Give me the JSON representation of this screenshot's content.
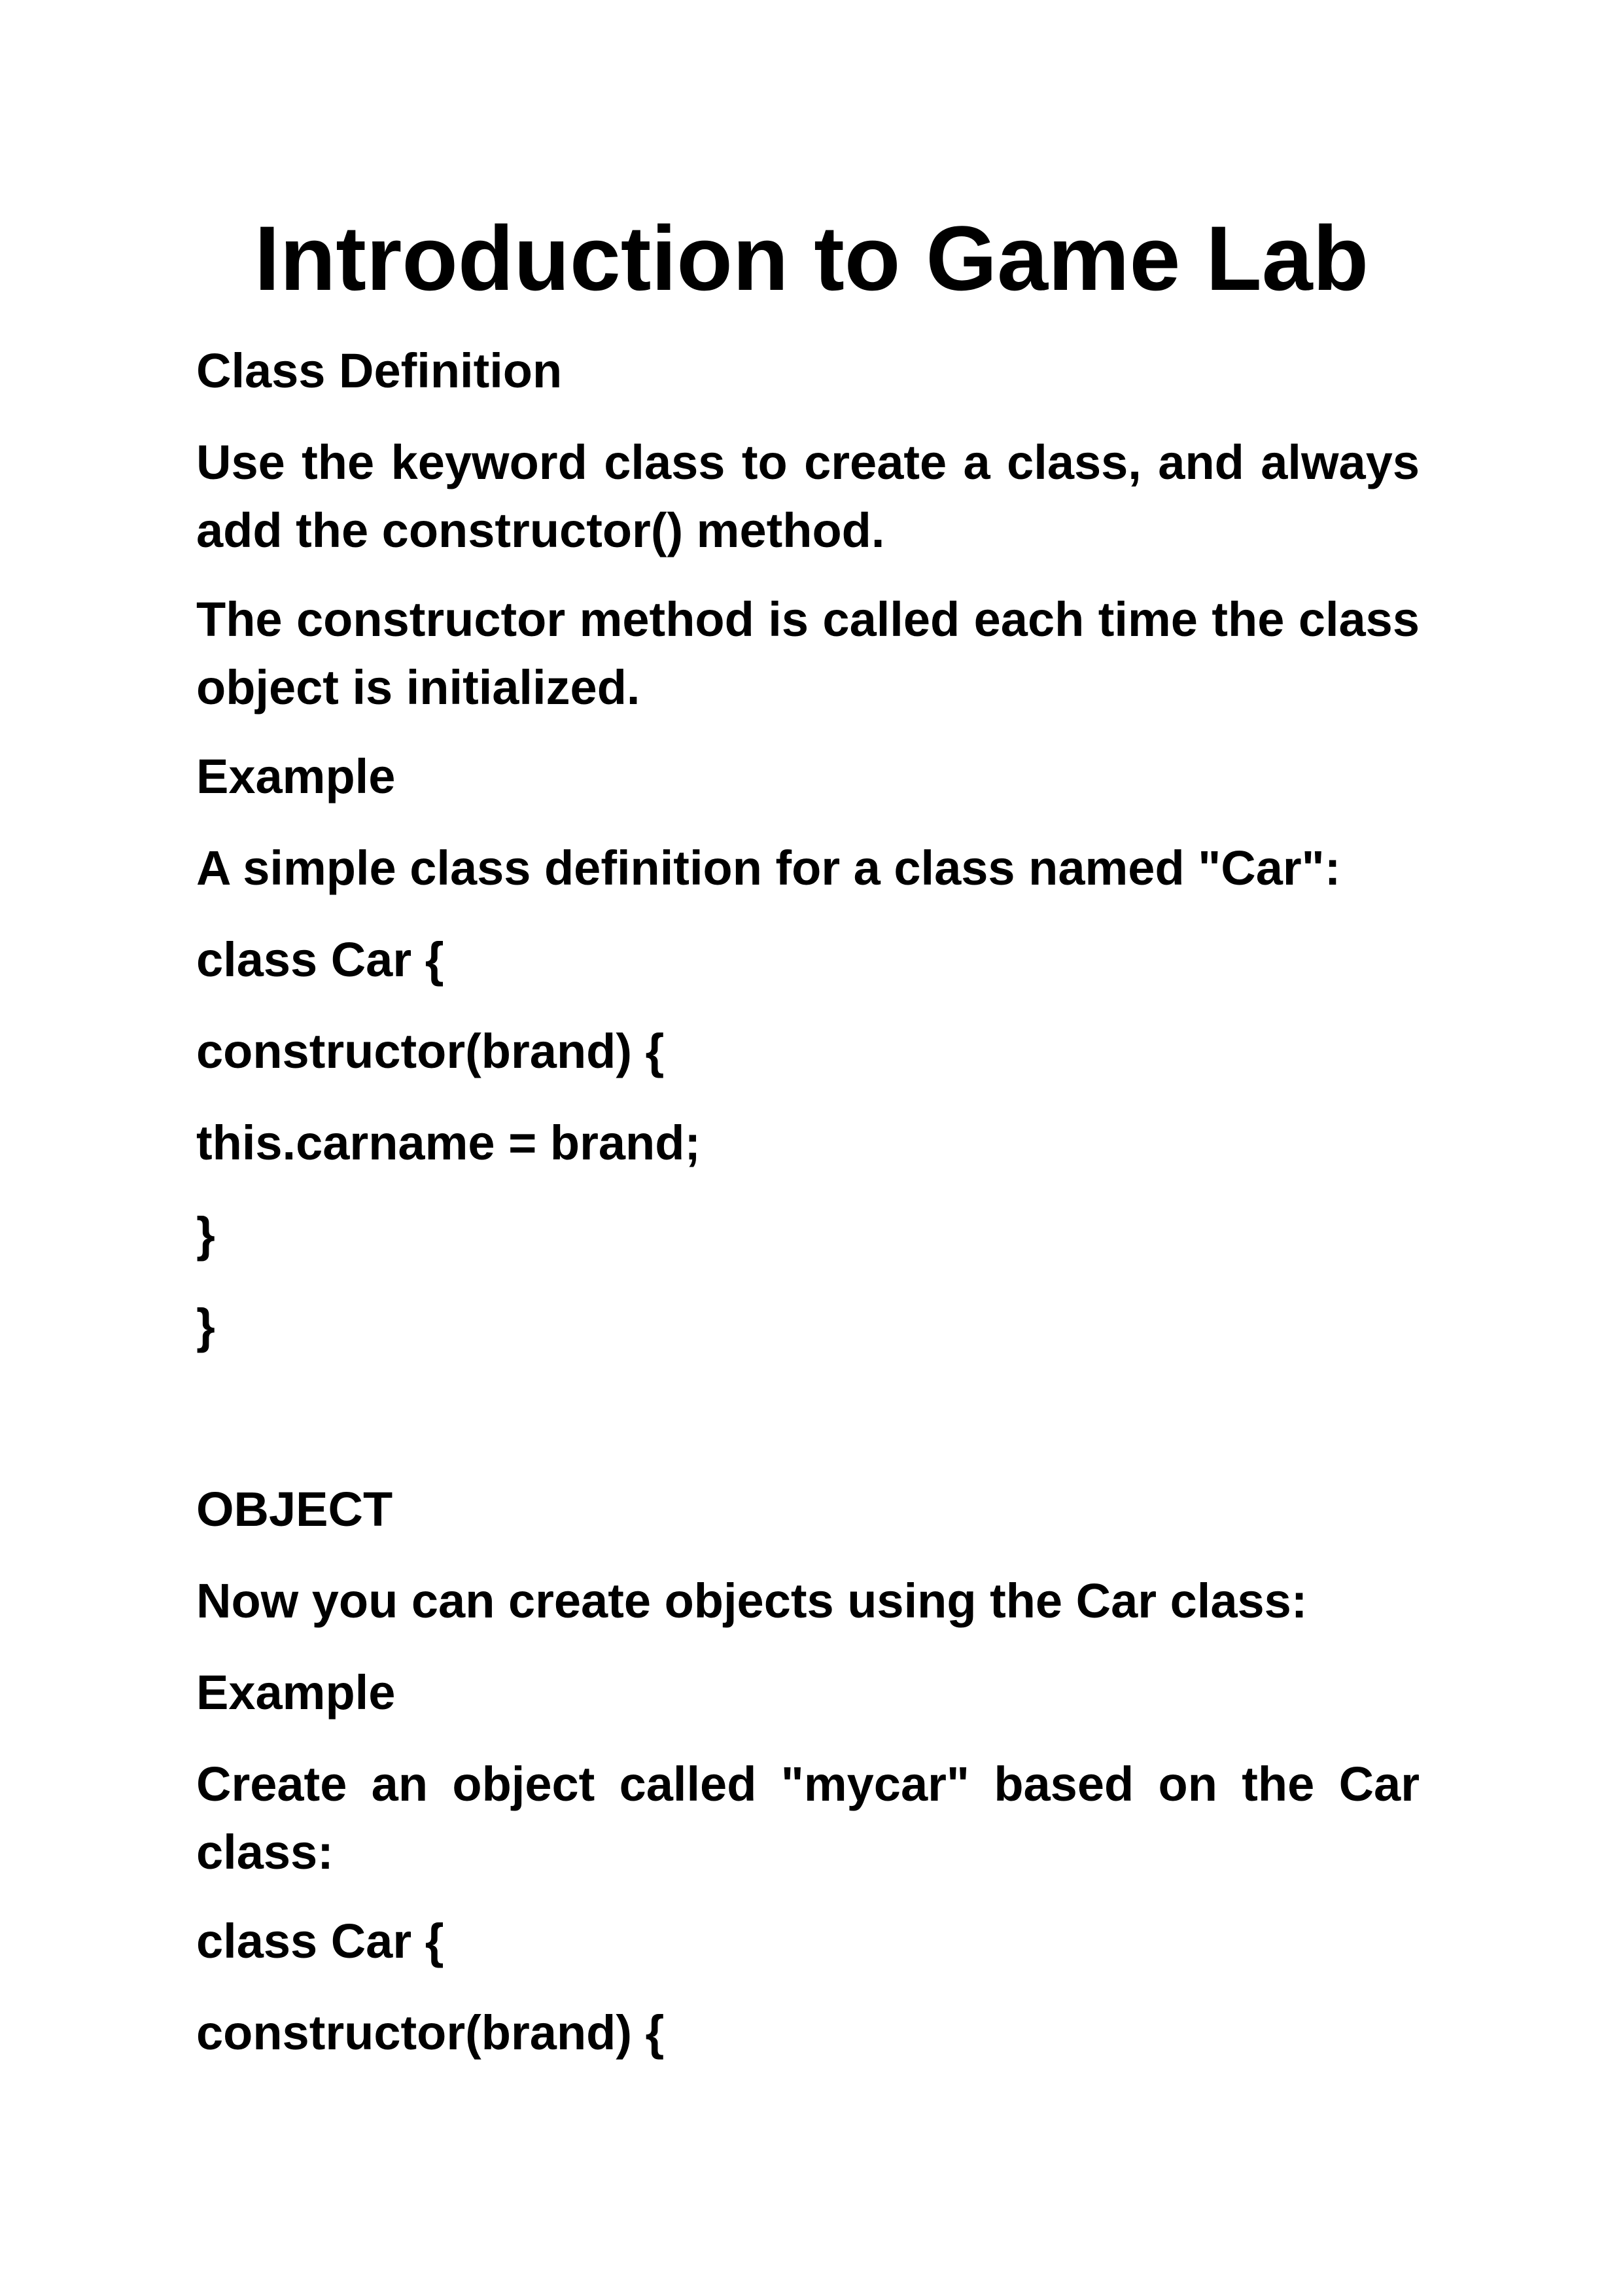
{
  "title": "Introduction to Game Lab",
  "section1": {
    "heading": "Class Definition",
    "para1": "Use the keyword class to create a class, and always add the constructor() method.",
    "para2": "The constructor method is called each time the class object is initialized.",
    "example_label": "Example",
    "example_intro": "A simple class definition for a class named \"Car\":",
    "code": [
      "class Car {",
      "constructor(brand) {",
      "this.carname = brand;",
      "}",
      "}"
    ]
  },
  "section2": {
    "heading": "OBJECT",
    "intro": "Now you can create objects using the Car class:",
    "example_label": "Example",
    "example_intro": "Create an object called \"mycar\" based on the Car class:",
    "code": [
      "class Car {",
      "constructor(brand) {"
    ]
  }
}
